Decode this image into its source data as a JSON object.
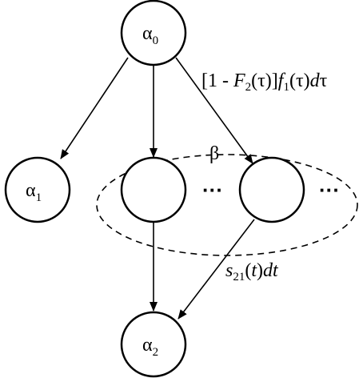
{
  "nodes": {
    "alpha0": {
      "base": "α",
      "sub": "0"
    },
    "alpha1": {
      "base": "α",
      "sub": "1"
    },
    "alpha2": {
      "base": "α",
      "sub": "2"
    },
    "beta": {
      "label": "β"
    }
  },
  "edge_labels": {
    "top": {
      "open": "[1 - ",
      "F": "F",
      "F_sub": "2",
      "mid1": "(τ)]",
      "f": "f",
      "f_sub": "1",
      "mid2": "(τ)",
      "d": "d",
      "end": "τ"
    },
    "bottom": {
      "s": "s",
      "s_sub": "21",
      "t_open": "(",
      "t": "t",
      "t_close": ")",
      "d": "d",
      "dt": "t"
    }
  },
  "ellipsis": {
    "inner": "···",
    "outer": "···"
  }
}
